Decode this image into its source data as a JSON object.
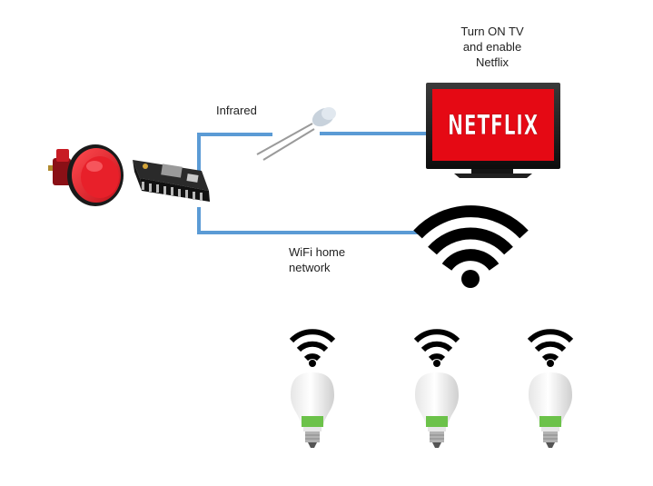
{
  "tv": {
    "caption_lines": [
      "Turn ON TV",
      "and enable",
      "Netflix"
    ],
    "logo_text": "NETFLIX",
    "logo_color": "#d81f26",
    "screen_color": "#e50914"
  },
  "links": {
    "infrared_label": "Infrared",
    "wifi_label_lines": [
      "WiFi home",
      "network"
    ],
    "line_color": "#5b9bd5"
  },
  "devices": {
    "button": {
      "icon": "red-arcade-button-icon",
      "color": "#e8202a"
    },
    "board": {
      "icon": "microcontroller-board-icon"
    },
    "led": {
      "icon": "infrared-led-icon"
    },
    "router_wifi": {
      "icon": "wifi-signal-icon"
    },
    "bulbs": [
      {
        "icon": "smart-bulb-icon",
        "accent": "#6cc24a"
      },
      {
        "icon": "smart-bulb-icon",
        "accent": "#6cc24a"
      },
      {
        "icon": "smart-bulb-icon",
        "accent": "#6cc24a"
      }
    ]
  }
}
